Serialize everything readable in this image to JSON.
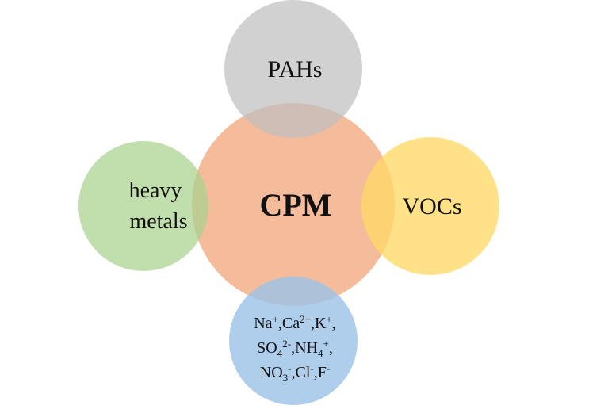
{
  "diagram": {
    "center": {
      "label": "CPM",
      "color": "#F4B896"
    },
    "top": {
      "label": "PAHs",
      "color": "#BFBFBF"
    },
    "left": {
      "line1": "heavy",
      "line2": "metals",
      "color": "#A9D18E"
    },
    "right": {
      "label": "VOCs",
      "color": "#FFD966"
    },
    "bottom": {
      "color": "#9DC3E6",
      "lines": [
        [
          {
            "t": "Na"
          },
          {
            "t": "+",
            "s": "sup"
          },
          {
            "t": ",Ca"
          },
          {
            "t": "2+",
            "s": "sup"
          },
          {
            "t": ",K"
          },
          {
            "t": "+",
            "s": "sup"
          },
          {
            "t": ","
          }
        ],
        [
          {
            "t": "SO"
          },
          {
            "t": "4",
            "s": "sub"
          },
          {
            "t": "2-",
            "s": "sup"
          },
          {
            "t": ",NH"
          },
          {
            "t": "4",
            "s": "sub"
          },
          {
            "t": "+",
            "s": "sup"
          },
          {
            "t": ","
          }
        ],
        [
          {
            "t": "NO"
          },
          {
            "t": "3",
            "s": "sub"
          },
          {
            "t": "-",
            "s": "sup"
          },
          {
            "t": ",Cl"
          },
          {
            "t": "-",
            "s": "sup"
          },
          {
            "t": ",F"
          },
          {
            "t": "-",
            "s": "sup"
          }
        ]
      ]
    }
  }
}
